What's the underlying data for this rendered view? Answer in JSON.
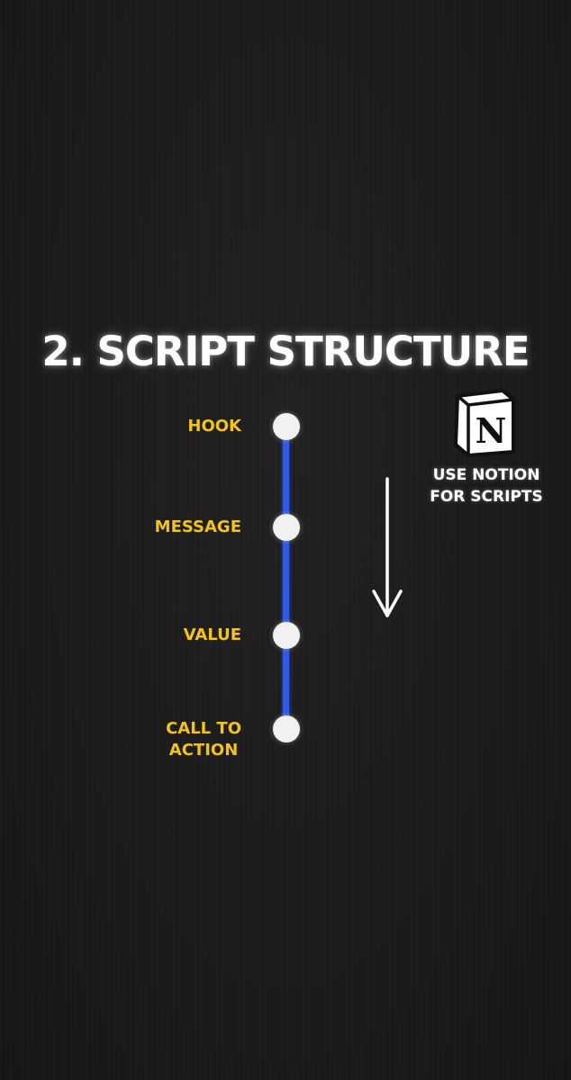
{
  "title": "2. SCRIPT STRUCTURE",
  "timeline": {
    "line_color": "#2f59e6",
    "dot_color": "#f1f1f1",
    "label_color": "#f2c318",
    "steps": [
      {
        "label_lines": [
          "HOOK"
        ]
      },
      {
        "label_lines": [
          "MESSAGE"
        ]
      },
      {
        "label_lines": [
          "VALUE"
        ]
      },
      {
        "label_lines": [
          "CALL TO",
          "ACTION"
        ]
      }
    ]
  },
  "flow_arrow": {
    "icon": "down-arrow-icon",
    "color": "#ffffff"
  },
  "notion_tip": {
    "icon": "notion-logo-icon",
    "logo_letter": "N",
    "caption_lines": [
      "USE NOTION",
      "FOR SCRIPTS"
    ]
  }
}
